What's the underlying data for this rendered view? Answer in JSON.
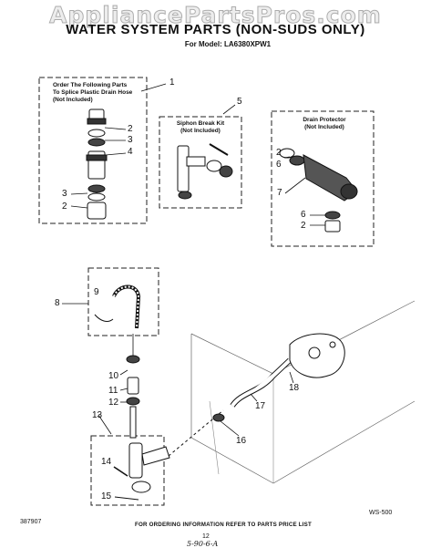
{
  "watermark": "AppliancePartsPros.com",
  "title": "WATER SYSTEM PARTS (NON-SUDS ONLY)",
  "model": "For Model: LA6380XPW1",
  "boxes": {
    "splice": {
      "line1": "Order The Following Parts",
      "line2": "To Splice Plastic Drain Hose",
      "line3": "(Not Included)"
    },
    "siphon": {
      "line1": "Siphon Break Kit",
      "line2": "(Not Included)"
    },
    "drain": {
      "line1": "Drain Protector",
      "line2": "(Not Included)"
    }
  },
  "callouts": {
    "c1": "1",
    "c2a": "2",
    "c3a": "3",
    "c4": "4",
    "c3b": "3",
    "c2b": "2",
    "c5": "5",
    "c2c": "2",
    "c6a": "6",
    "c7": "7",
    "c6b": "6",
    "c2d": "2",
    "c8": "8",
    "c9": "9",
    "c10": "10",
    "c11": "11",
    "c12": "12",
    "c13": "13",
    "c14": "14",
    "c15": "15",
    "c16": "16",
    "c17": "17",
    "c18": "18"
  },
  "diagram_code": "WS-500",
  "doc_number": "387907",
  "footer": "FOR ORDERING INFORMATION REFER TO PARTS PRICE LIST",
  "page_number": "12",
  "signature": "5-90-6-A"
}
